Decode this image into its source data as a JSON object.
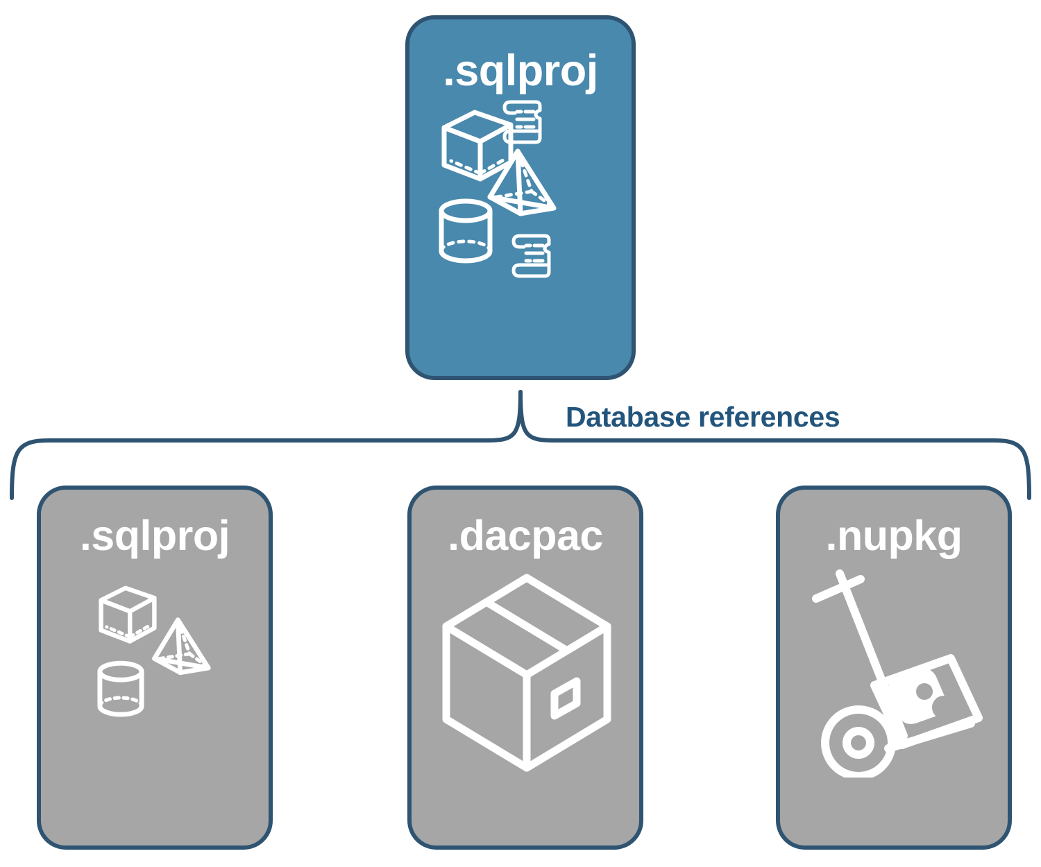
{
  "diagram": {
    "title": "SQL database project reference types",
    "colors": {
      "primary_fill": "#4889ad",
      "secondary_fill": "#a6a6a6",
      "outline": "#2f5472",
      "label_text": "#23557c",
      "card_text": "#ffffff",
      "background": "#ffffff"
    },
    "root": {
      "label": ".sqlproj",
      "icons": [
        "cube-icon",
        "pyramid-icon",
        "cylinder-icon",
        "scroll-icon",
        "scroll-icon"
      ]
    },
    "connector": {
      "label": "Database references",
      "style": "curly-brace"
    },
    "references": [
      {
        "label": ".sqlproj",
        "icons": [
          "cube-icon",
          "pyramid-icon",
          "cylinder-icon"
        ]
      },
      {
        "label": ".dacpac",
        "icons": [
          "shipping-box-icon"
        ]
      },
      {
        "label": ".nupkg",
        "icons": [
          "hand-truck-icon",
          "nuget-package-icon"
        ]
      }
    ]
  }
}
